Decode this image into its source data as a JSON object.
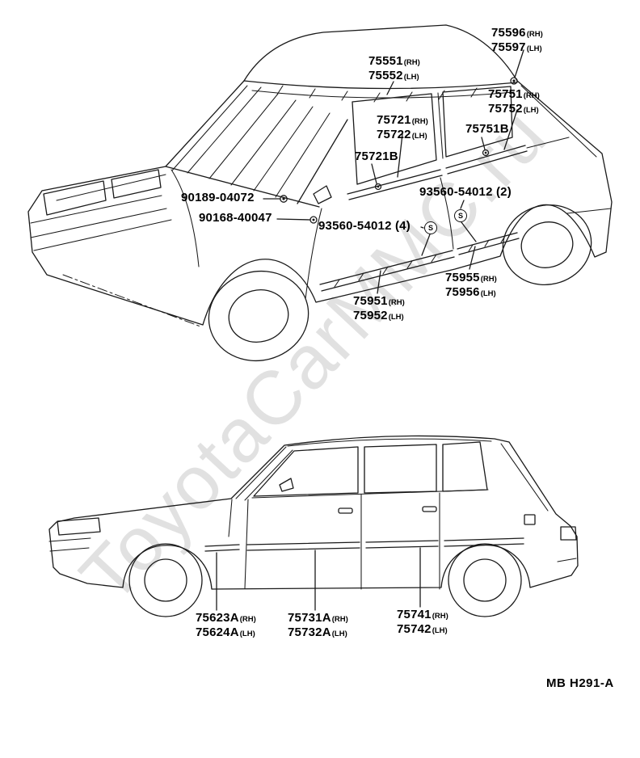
{
  "page": {
    "watermark": "ToyotaCarMMC.ru",
    "diagram_code": "MB H291-A"
  },
  "symbols": {
    "rivet": "S"
  },
  "labels": {
    "p75596": {
      "rh": "75596",
      "rh_sfx": "(RH)",
      "lh": "75597",
      "lh_sfx": "(LH)"
    },
    "p75551": {
      "rh": "75551",
      "rh_sfx": "(RH)",
      "lh": "75552",
      "lh_sfx": "(LH)"
    },
    "p75751": {
      "rh": "75751",
      "rh_sfx": "(RH)",
      "lh": "75752",
      "lh_sfx": "(LH)"
    },
    "p75721": {
      "rh": "75721",
      "rh_sfx": "(RH)",
      "lh": "75722",
      "lh_sfx": "(LH)"
    },
    "p75751B": {
      "text": "75751B"
    },
    "p75721B": {
      "text": "75721B"
    },
    "p90189": {
      "text": "90189-04072"
    },
    "p93560_2": {
      "text": "93560-54012 (2)"
    },
    "p90168": {
      "text": "90168-40047"
    },
    "p93560_4": {
      "text": "93560-54012 (4)"
    },
    "p75955": {
      "rh": "75955",
      "rh_sfx": "(RH)",
      "lh": "75956",
      "lh_sfx": "(LH)"
    },
    "p75951": {
      "rh": "75951",
      "rh_sfx": "(RH)",
      "lh": "75952",
      "lh_sfx": "(LH)"
    },
    "p75623A": {
      "rh": "75623A",
      "rh_sfx": "(RH)",
      "lh": "75624A",
      "lh_sfx": "(LH)"
    },
    "p75731A": {
      "rh": "75731A",
      "rh_sfx": "(RH)",
      "lh": "75732A",
      "lh_sfx": "(LH)"
    },
    "p75741": {
      "rh": "75741",
      "rh_sfx": "(RH)",
      "lh": "75742",
      "lh_sfx": "(LH)"
    }
  }
}
